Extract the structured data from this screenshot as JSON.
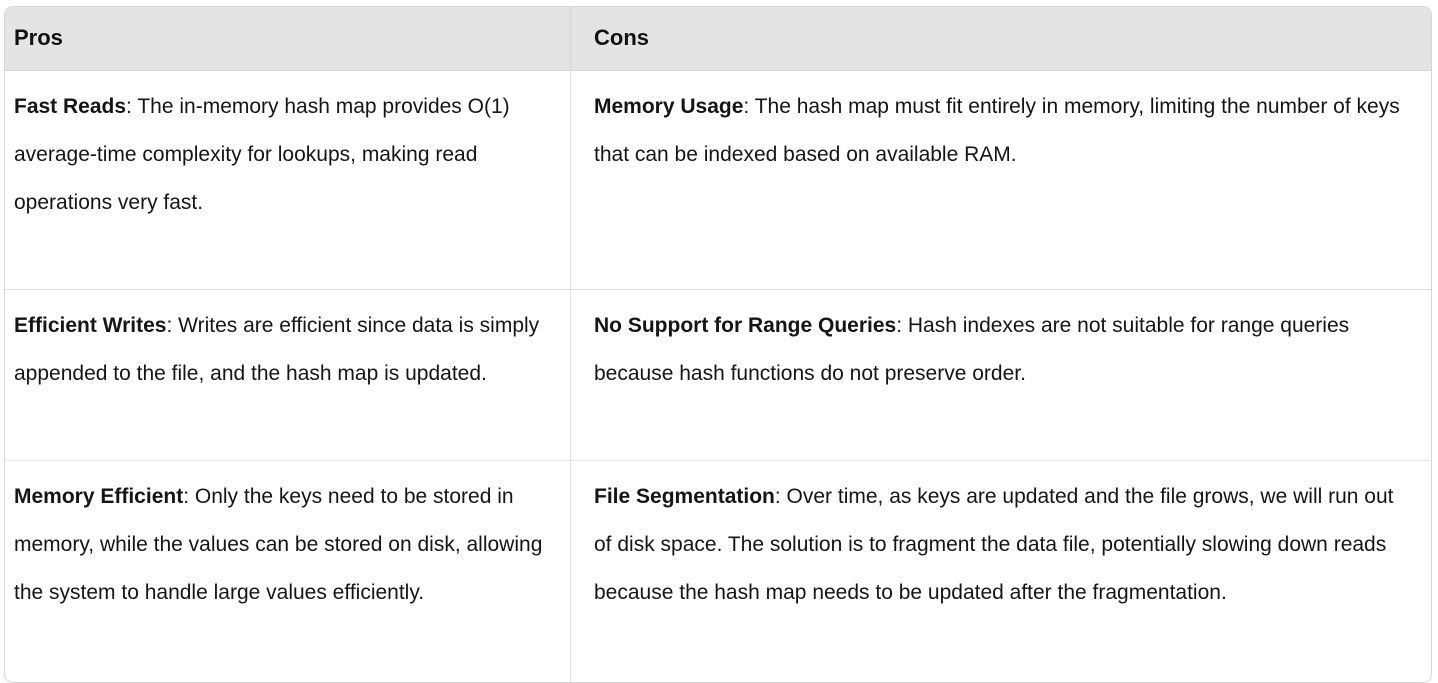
{
  "table": {
    "headers": {
      "pros": "Pros",
      "cons": "Cons"
    },
    "colors": {
      "header_background": "#e4e4e4",
      "border": "#d6d6d6",
      "row_divider": "#e2e2e2",
      "text": "#151515",
      "page_background": "#ffffff"
    },
    "rows": [
      {
        "pros": {
          "term": "Fast Reads",
          "separator": ": ",
          "description": "The in-memory hash map provides O(1) average-time complexity for lookups, making read operations very fast."
        },
        "cons": {
          "term": "Memory Usage",
          "separator": ": ",
          "description": "The hash map must fit entirely in memory, limiting the number of keys that can be indexed based on available RAM."
        }
      },
      {
        "pros": {
          "term": "Efficient Writes",
          "separator": ": ",
          "description": "Writes are efficient since data is simply appended to the file, and the hash map is updated."
        },
        "cons": {
          "term": "No Support for Range Queries",
          "separator": ": ",
          "description": "Hash indexes are not suitable for range queries because hash functions do not preserve order."
        }
      },
      {
        "pros": {
          "term": "Memory Efficient",
          "separator": ": ",
          "description": "Only the keys need to be stored in memory, while the values can be stored on disk, allowing the system to handle large values efficiently."
        },
        "cons": {
          "term": "File Segmentation",
          "separator": ": ",
          "description": "Over time, as keys are updated and the file grows, we will run out of disk space. The solution is to fragment the data file, potentially slowing down reads because the hash map needs to be updated after the fragmentation."
        }
      }
    ]
  }
}
